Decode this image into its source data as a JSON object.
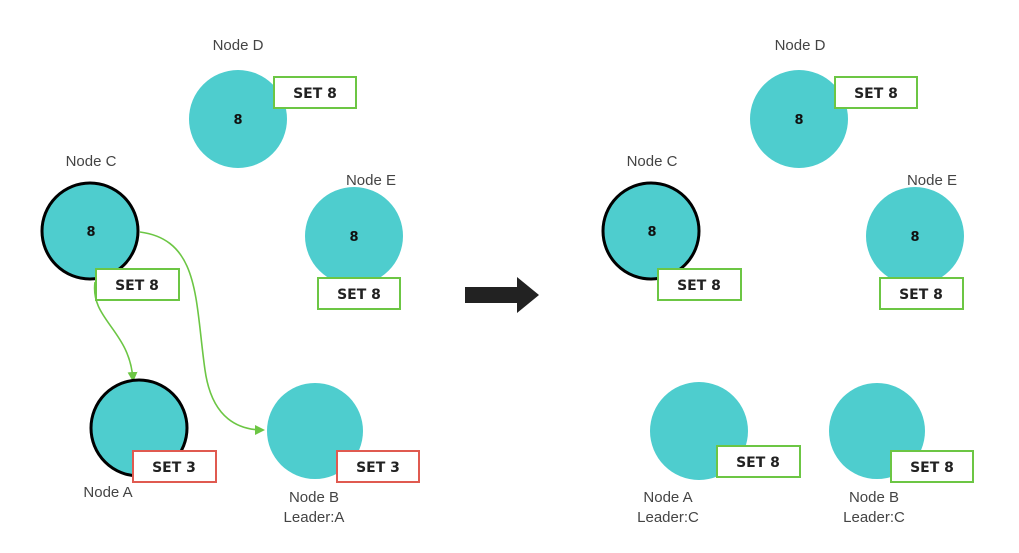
{
  "colors": {
    "node_fill": "#4ecdce",
    "ok_border": "#6cc644",
    "stale_border": "#e05a50",
    "arrow": "#6cc644",
    "transition_arrow": "#222222"
  },
  "before": {
    "node_d": {
      "name": "Node D",
      "value": "8",
      "tag": "SET 8",
      "tag_status": "ok",
      "outlined": false
    },
    "node_c": {
      "name": "Node C",
      "value": "8",
      "tag": "SET 8",
      "tag_status": "ok",
      "outlined": true
    },
    "node_e": {
      "name": "Node E",
      "value": "8",
      "tag": "SET 8",
      "tag_status": "ok",
      "outlined": false
    },
    "node_a": {
      "name": "Node A",
      "value": "",
      "tag": "SET 3",
      "tag_status": "stale",
      "outlined": true
    },
    "node_b": {
      "name": "Node B",
      "leader": "Leader:A",
      "value": "",
      "tag": "SET 3",
      "tag_status": "stale",
      "outlined": false
    }
  },
  "after": {
    "node_d": {
      "name": "Node D",
      "value": "8",
      "tag": "SET 8",
      "tag_status": "ok",
      "outlined": false
    },
    "node_c": {
      "name": "Node C",
      "value": "8",
      "tag": "SET 8",
      "tag_status": "ok",
      "outlined": true
    },
    "node_e": {
      "name": "Node E",
      "value": "8",
      "tag": "SET 8",
      "tag_status": "ok",
      "outlined": false
    },
    "node_a": {
      "name": "Node A",
      "leader": "Leader:C",
      "value": "",
      "tag": "SET 8",
      "tag_status": "ok",
      "outlined": false
    },
    "node_b": {
      "name": "Node B",
      "leader": "Leader:C",
      "value": "",
      "tag": "SET 8",
      "tag_status": "ok",
      "outlined": false
    }
  }
}
